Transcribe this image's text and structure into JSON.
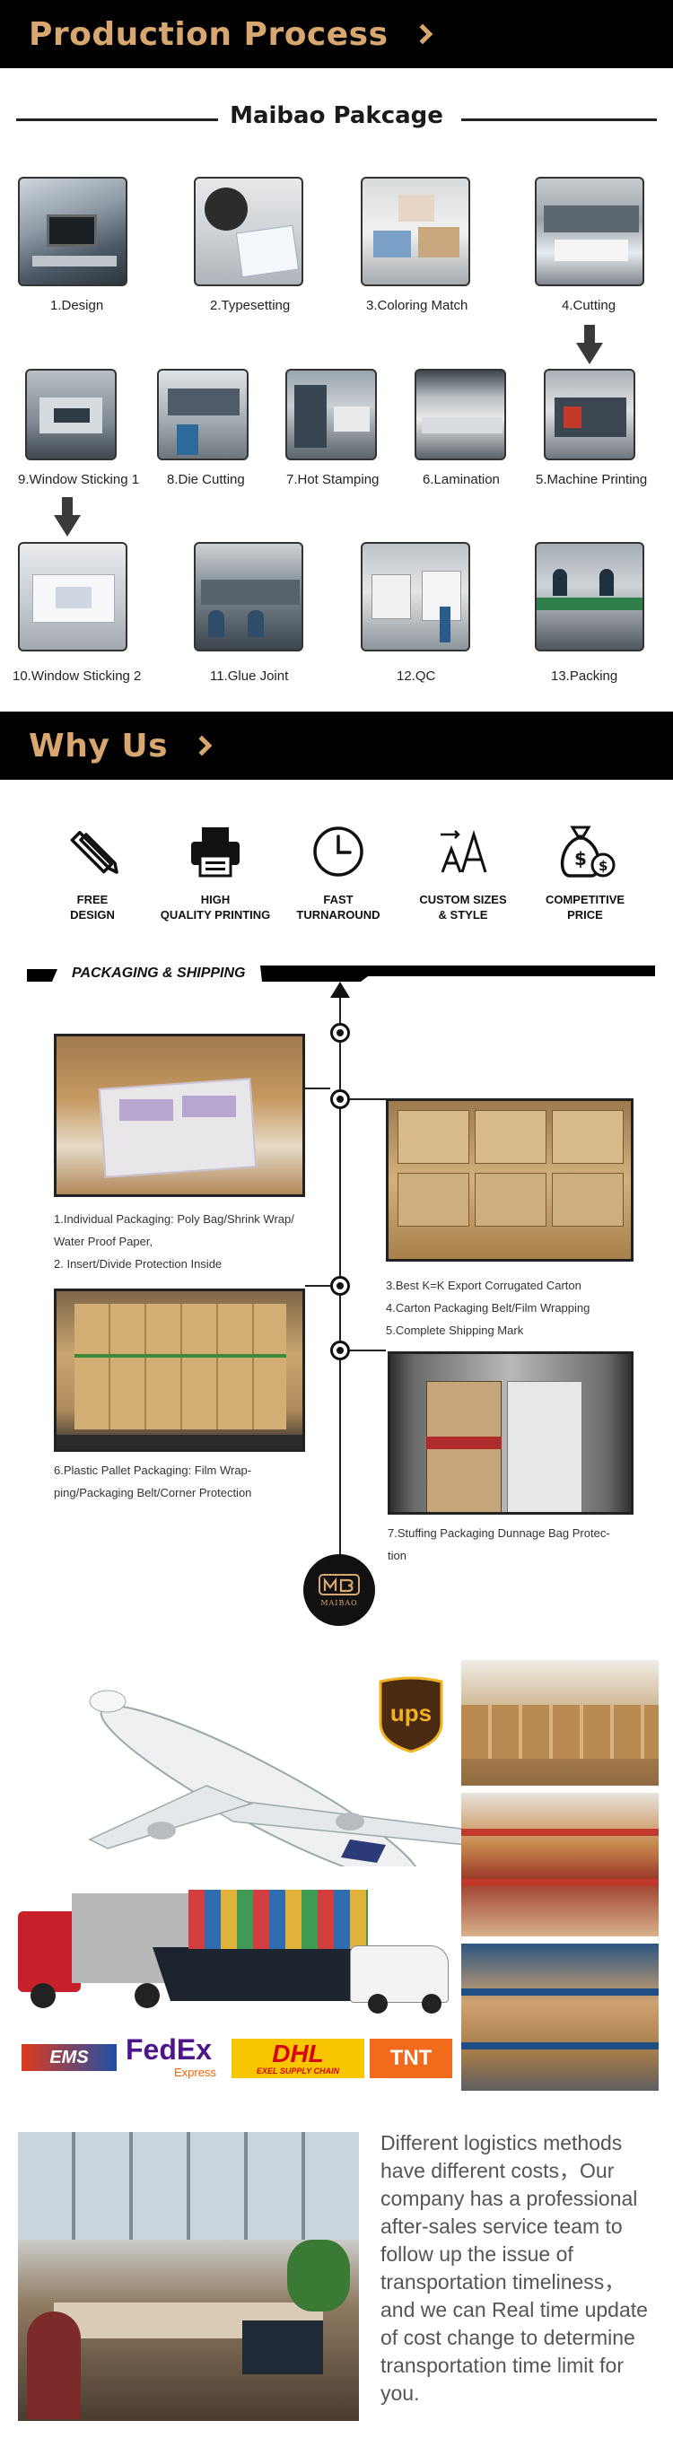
{
  "sections": {
    "production_title": "Production Process",
    "package_title": "Maibao Pakcage",
    "why_title": "Why Us"
  },
  "process_steps": [
    {
      "label": "1.Design"
    },
    {
      "label": "2.Typesetting"
    },
    {
      "label": "3.Coloring Match"
    },
    {
      "label": "4.Cutting"
    },
    {
      "label": "9.Window Sticking 1"
    },
    {
      "label": "8.Die Cutting"
    },
    {
      "label": "7.Hot Stamping"
    },
    {
      "label": "6.Lamination"
    },
    {
      "label": "5.Machine Printing"
    },
    {
      "label": "10.Window Sticking 2"
    },
    {
      "label": "11.Glue Joint"
    },
    {
      "label": "12.QC"
    },
    {
      "label": "13.Packing"
    }
  ],
  "why_us": [
    {
      "label": "FREE\nDESIGN",
      "icon": "pencil-ruler-icon"
    },
    {
      "label": "HIGH\nQUALITY PRINTING",
      "icon": "printer-icon"
    },
    {
      "label": "FAST\nTURNAROUND",
      "icon": "clock-icon"
    },
    {
      "label": "CUSTOM SIZES\n& STYLE",
      "icon": "font-size-icon"
    },
    {
      "label": "COMPETITIVE\nPRICE",
      "icon": "money-bag-icon"
    }
  ],
  "shipping": {
    "title": "PACKAGING & SHIPPING",
    "left_text_1": [
      "1.Individual Packaging: Poly Bag/Shrink Wrap/",
      "Water Proof Paper,",
      "2. Insert/Divide Protection Inside"
    ],
    "right_text_1": [
      "3.Best K=K Export Corrugated Carton",
      "4.Carton Packaging Belt/Film Wrapping",
      "5.Complete Shipping Mark"
    ],
    "left_text_2": [
      "6.Plastic Pallet Packaging: Film Wrap-",
      "ping/Packaging Belt/Corner Protection"
    ],
    "right_text_2": [
      "7.Stuffing Packaging Dunnage Bag Protec-",
      "tion"
    ],
    "logo_text": "MAIBAO"
  },
  "logistics": {
    "carriers": [
      "EMS",
      "FedEx",
      "Express",
      "DHL",
      "EXEL SUPPLY CHAIN",
      "TNT",
      "ups"
    ],
    "description": "Different logistics methods have different costs，Our company has a professional after-sales service team to follow up the issue of transportation timeliness，and we can Real time update of cost change to determine transportation time limit for you."
  },
  "colors": {
    "banner_bg": "#000000",
    "banner_text": "#d7a76f",
    "ups_brown": "#4b2a14",
    "dhl_yellow": "#f7c600",
    "dhl_red": "#d40511",
    "fedex_purple": "#4d148c",
    "fedex_orange": "#ff6200",
    "tnt_orange": "#f26b1d"
  }
}
